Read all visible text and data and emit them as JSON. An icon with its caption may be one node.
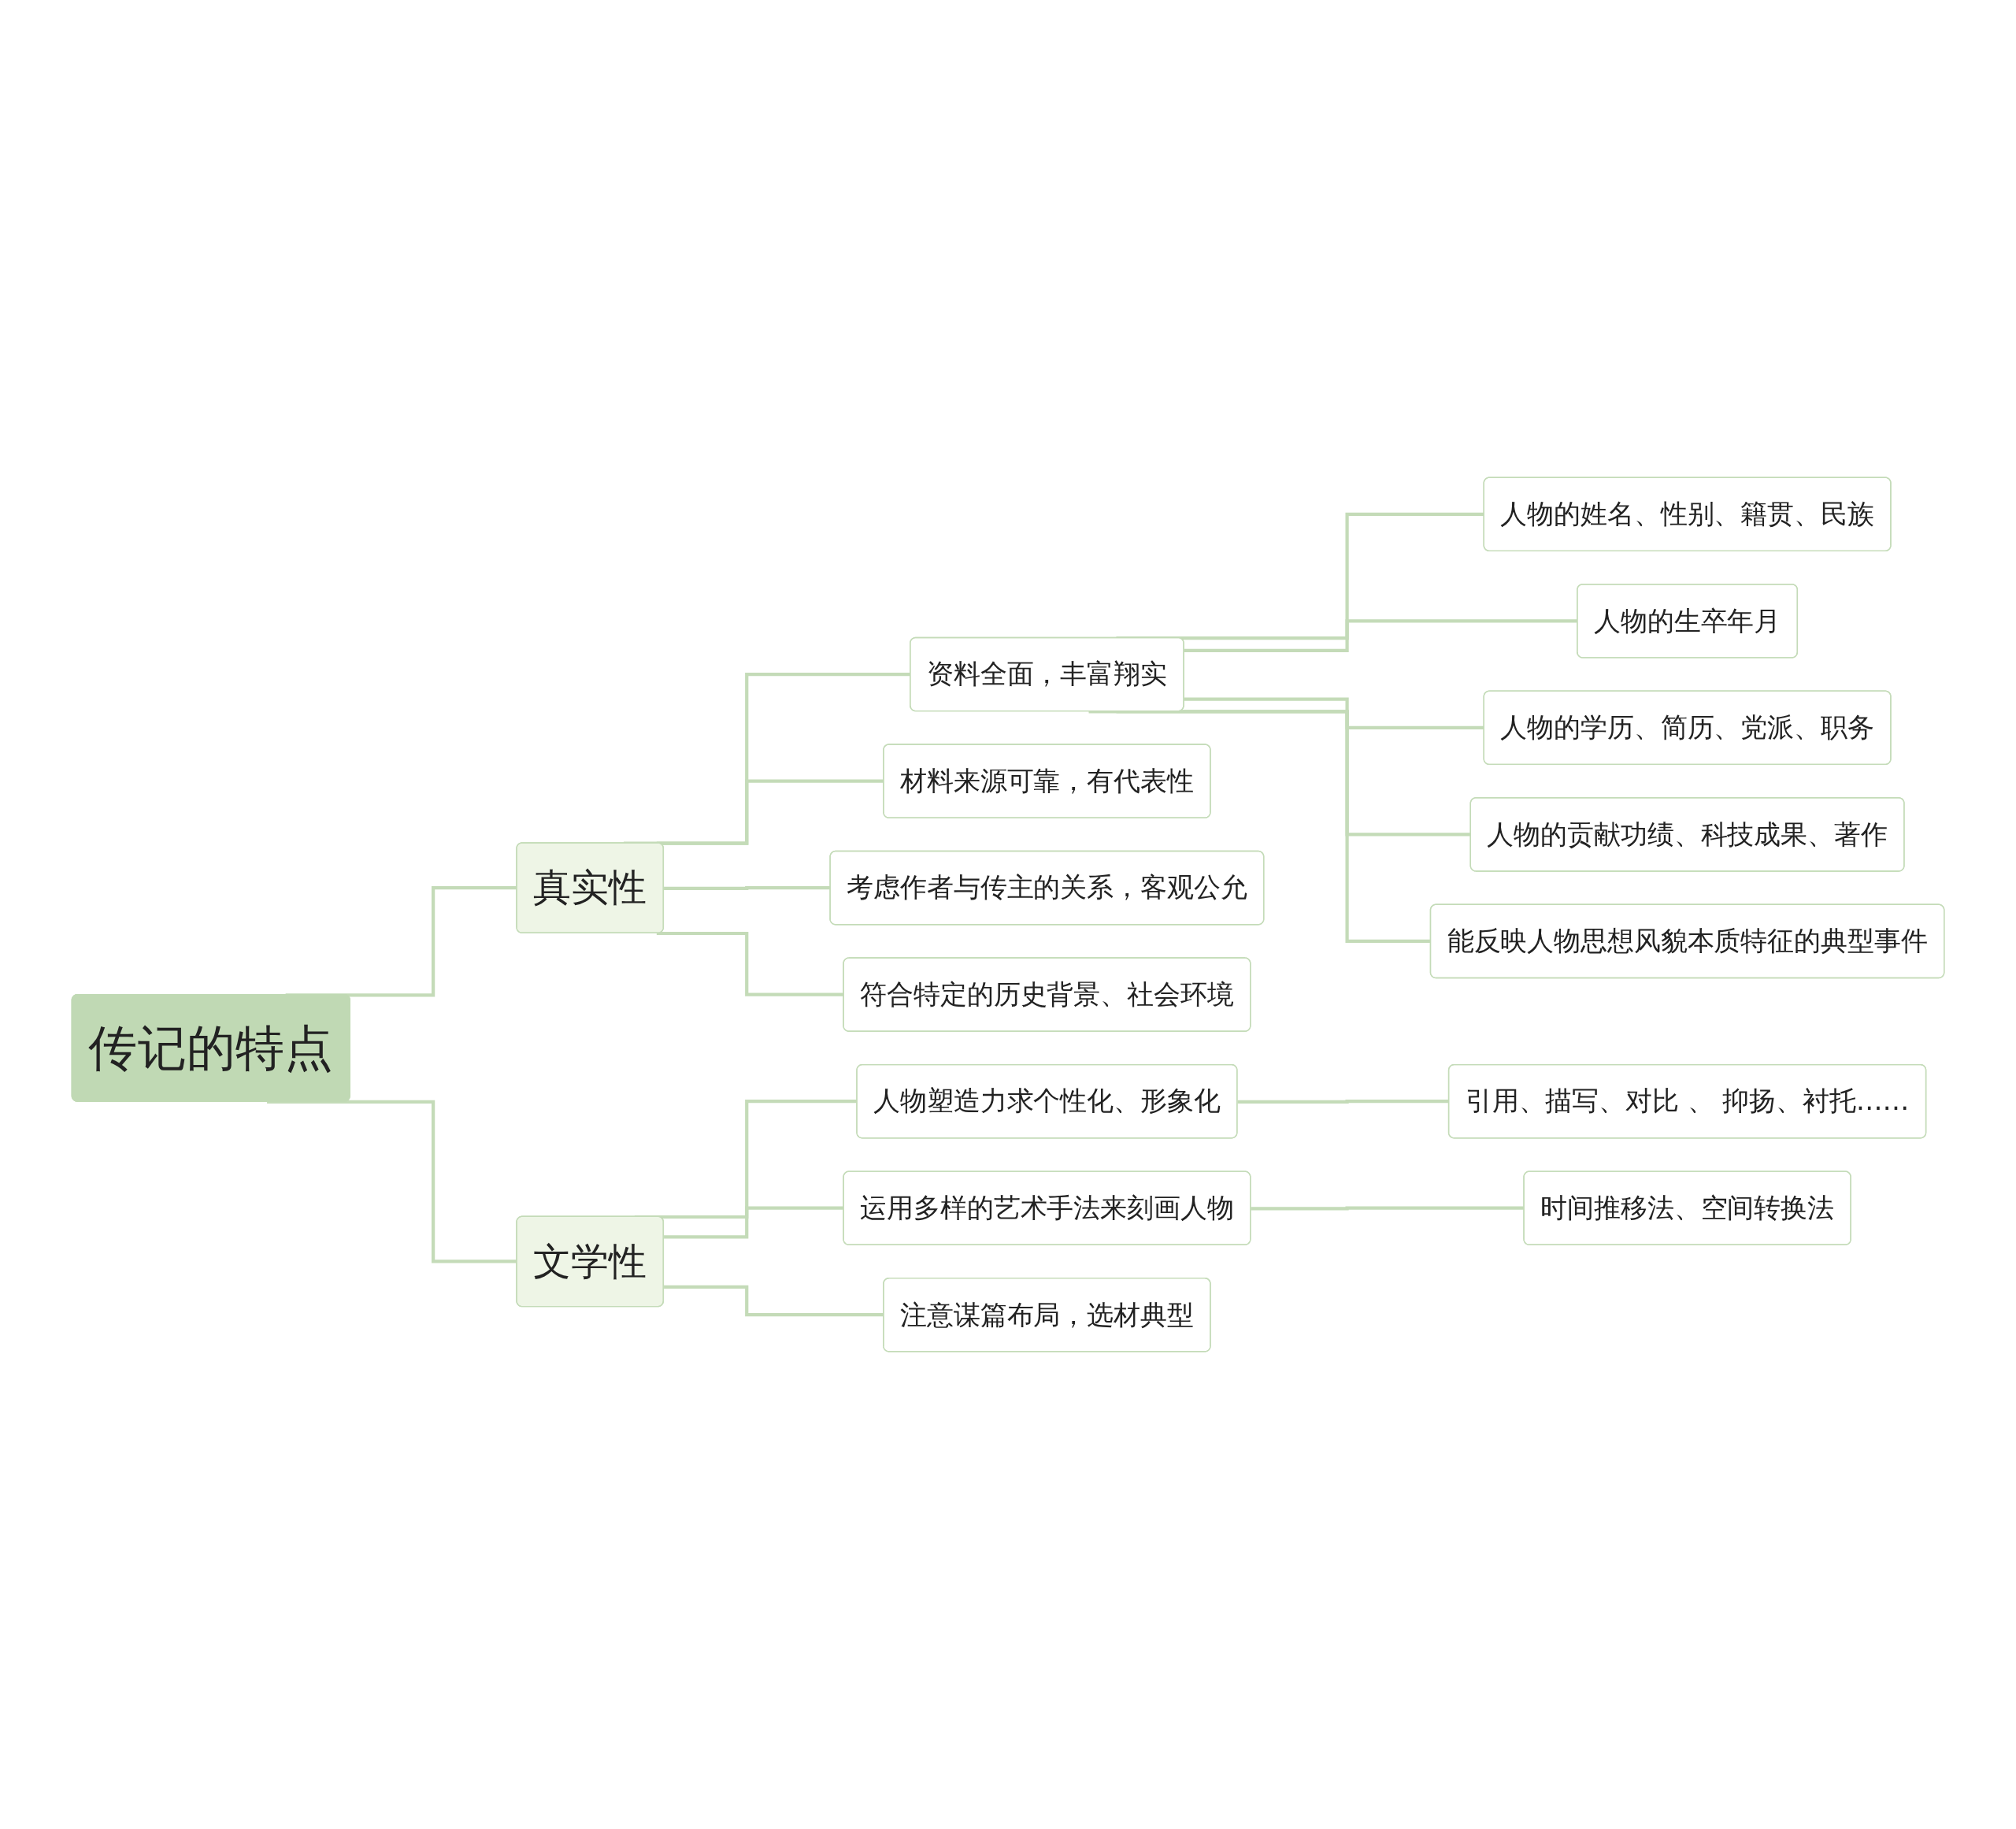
{
  "diagram": {
    "nodes": [
      {
        "text": [
          "传记的特点"
        ]
      },
      {
        "text": [
          "真实性"
        ]
      },
      {
        "text": [
          "资料全面，丰富翔实"
        ]
      },
      {
        "text": [
          "人物的姓名、性别、籍贯、民族"
        ]
      },
      {
        "text": [
          "人物的生卒年月"
        ]
      },
      {
        "text": [
          "人物的学历、简历、党派、职务"
        ]
      },
      {
        "text": [
          "人物的贡献功绩、科技成果、著作"
        ]
      },
      {
        "text": [
          "能反映人物思想风貌本质特征的典型事件"
        ]
      },
      {
        "text": [
          "材料来源可靠，有代表性"
        ]
      },
      {
        "text": [
          "考虑作者与传主的关系，客观公允"
        ]
      },
      {
        "text": [
          "符合特定的历史背景、社会环境"
        ]
      },
      {
        "text": [
          "文学性"
        ]
      },
      {
        "text": [
          "人物塑造力求个性化、形象化"
        ]
      },
      {
        "text": [
          "引用、描写、对比 、 抑扬、衬托……"
        ]
      },
      {
        "text": [
          "运用多样的艺术手法来刻画人物"
        ]
      },
      {
        "text": [
          "时间推移法、空间转换法"
        ]
      },
      {
        "text": [
          "注意谋篇布局，选材典型"
        ]
      }
    ],
    "edges": [
      {
        "from": 0,
        "to": 1,
        "arrow": "none"
      },
      {
        "from": 1,
        "to": 2,
        "arrow": "none"
      },
      {
        "from": 2,
        "to": 3,
        "arrow": "none"
      },
      {
        "from": 2,
        "to": 4,
        "arrow": "none"
      },
      {
        "from": 2,
        "to": 5,
        "arrow": "none"
      },
      {
        "from": 2,
        "to": 6,
        "arrow": "none"
      },
      {
        "from": 2,
        "to": 7,
        "arrow": "none"
      },
      {
        "from": 1,
        "to": 8,
        "arrow": "none"
      },
      {
        "from": 1,
        "to": 9,
        "arrow": "none"
      },
      {
        "from": 1,
        "to": 10,
        "arrow": "none"
      },
      {
        "from": 0,
        "to": 11,
        "arrow": "none"
      },
      {
        "from": 11,
        "to": 12,
        "arrow": "none"
      },
      {
        "from": 12,
        "to": 13,
        "arrow": "none"
      },
      {
        "from": 11,
        "to": 14,
        "arrow": "none"
      },
      {
        "from": 14,
        "to": 15,
        "arrow": "none"
      },
      {
        "from": 11,
        "to": 16,
        "arrow": "none"
      }
    ]
  }
}
